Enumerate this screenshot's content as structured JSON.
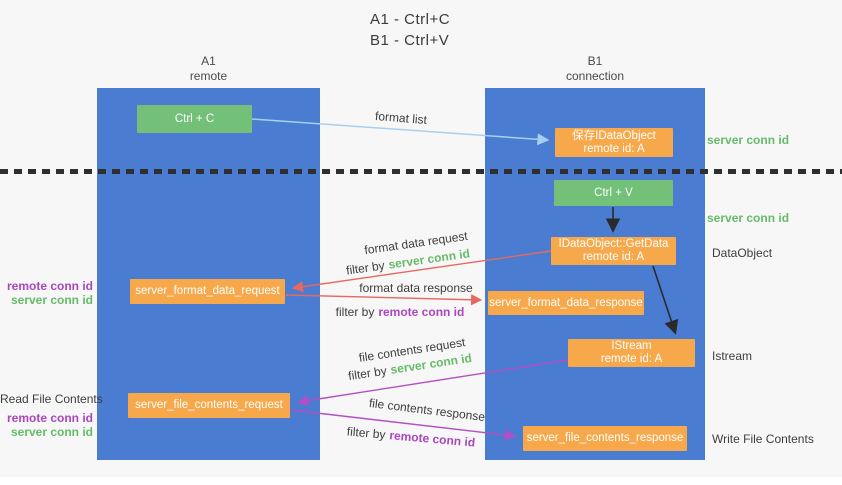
{
  "title": {
    "line1": "A1 - Ctrl+C",
    "line2": "B1 - Ctrl+V"
  },
  "columns": {
    "a1": {
      "title": "A1",
      "subtitle": "remote"
    },
    "b1": {
      "title": "B1",
      "subtitle": "connection"
    }
  },
  "nodes": {
    "ctrl_c": {
      "label": "Ctrl + C"
    },
    "ctrl_v": {
      "label": "Ctrl + V"
    },
    "save_idataobject": {
      "line1": "保存IDataObject",
      "line2": "remote id: A"
    },
    "getdata": {
      "line1": "IDataObject::GetData",
      "line2": "remote id: A"
    },
    "istream": {
      "line1": "IStream",
      "line2": "remote id: A"
    },
    "format_request": {
      "label": "server_format_data_request"
    },
    "format_response": {
      "label": "server_format_data_response"
    },
    "file_request": {
      "label": "server_file_contents_request"
    },
    "file_response": {
      "label": "server_file_contents_response"
    }
  },
  "arrows": {
    "format_list": {
      "label": "format list"
    },
    "format_data_request": {
      "label": "format data request",
      "filter_prefix": "filter by",
      "filter_value": "server conn id"
    },
    "format_data_response": {
      "label": "format data response",
      "filter_prefix": "filter by",
      "filter_value": "remote conn id"
    },
    "file_contents_request": {
      "label": "file contents request",
      "filter_prefix": "filter by",
      "filter_value": "server conn id"
    },
    "file_contents_response": {
      "label": "file contents response",
      "filter_prefix": "filter by",
      "filter_value": "remote conn id"
    }
  },
  "annotations": {
    "server_conn_id_top": "server conn id",
    "server_conn_id_mid": "server conn id",
    "dataobject": "DataObject",
    "istream": "Istream",
    "write_file_contents": "Write File Contents",
    "read_file_contents": "Read File Contents",
    "left_format_remote": "remote conn id",
    "left_format_server": "server conn id",
    "left_file_remote": "remote conn id",
    "left_file_server": "server conn id"
  },
  "colors": {
    "column_blue": "#4a7dd2",
    "box_green": "#73c078",
    "box_orange": "#f7a84a",
    "arrow_red": "#e8685f",
    "arrow_purple": "#b44ec4",
    "arrow_lightblue": "#a8d0ee",
    "arrow_black": "#2a2a2a",
    "text_green": "#66bb6a",
    "text_purple": "#ab47bc"
  }
}
